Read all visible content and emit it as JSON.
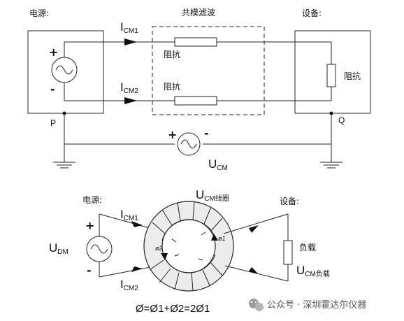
{
  "colors": {
    "line": "#222222",
    "text": "#111111",
    "background": "#ffffff",
    "watermark": "#555555"
  },
  "top": {
    "source_label": "电源:",
    "filter_label": "共模滤波",
    "device_label": "设备:",
    "impedance_top": "阻抗",
    "impedance_bottom": "阻抗",
    "impedance_device": "阻抗",
    "icm1": {
      "main": "I",
      "sub": "CM1"
    },
    "icm2": {
      "main": "I",
      "sub": "CM2"
    },
    "plus": "+",
    "minus": "-",
    "node_p": "P",
    "node_q": "Q",
    "ucm": {
      "main": "U",
      "sub": "CM"
    },
    "noise_plus": "+",
    "noise_minus": "-"
  },
  "bottom": {
    "source_label": "电源:",
    "device_label": "设备:",
    "ucm_coil": {
      "main": "U",
      "sub": "CM线圈"
    },
    "icm1": {
      "main": "I",
      "sub": "CM1"
    },
    "icm2": {
      "main": "I",
      "sub": "CM2"
    },
    "udm": {
      "main": "U",
      "sub": "DM"
    },
    "plus": "+",
    "minus": "-",
    "load_label": "负载",
    "ucm_load": {
      "main": "U",
      "sub": "CM负载"
    },
    "phi_left": "ø2",
    "phi_right": "ø1",
    "formula": "Ø=Ø1+Ø2=2Ø1"
  },
  "watermark": "公众号 · 深圳霍达尔仪器",
  "icons": [
    "ac-source-icon",
    "ground-icon",
    "arrow-icon",
    "wechat-icon"
  ]
}
